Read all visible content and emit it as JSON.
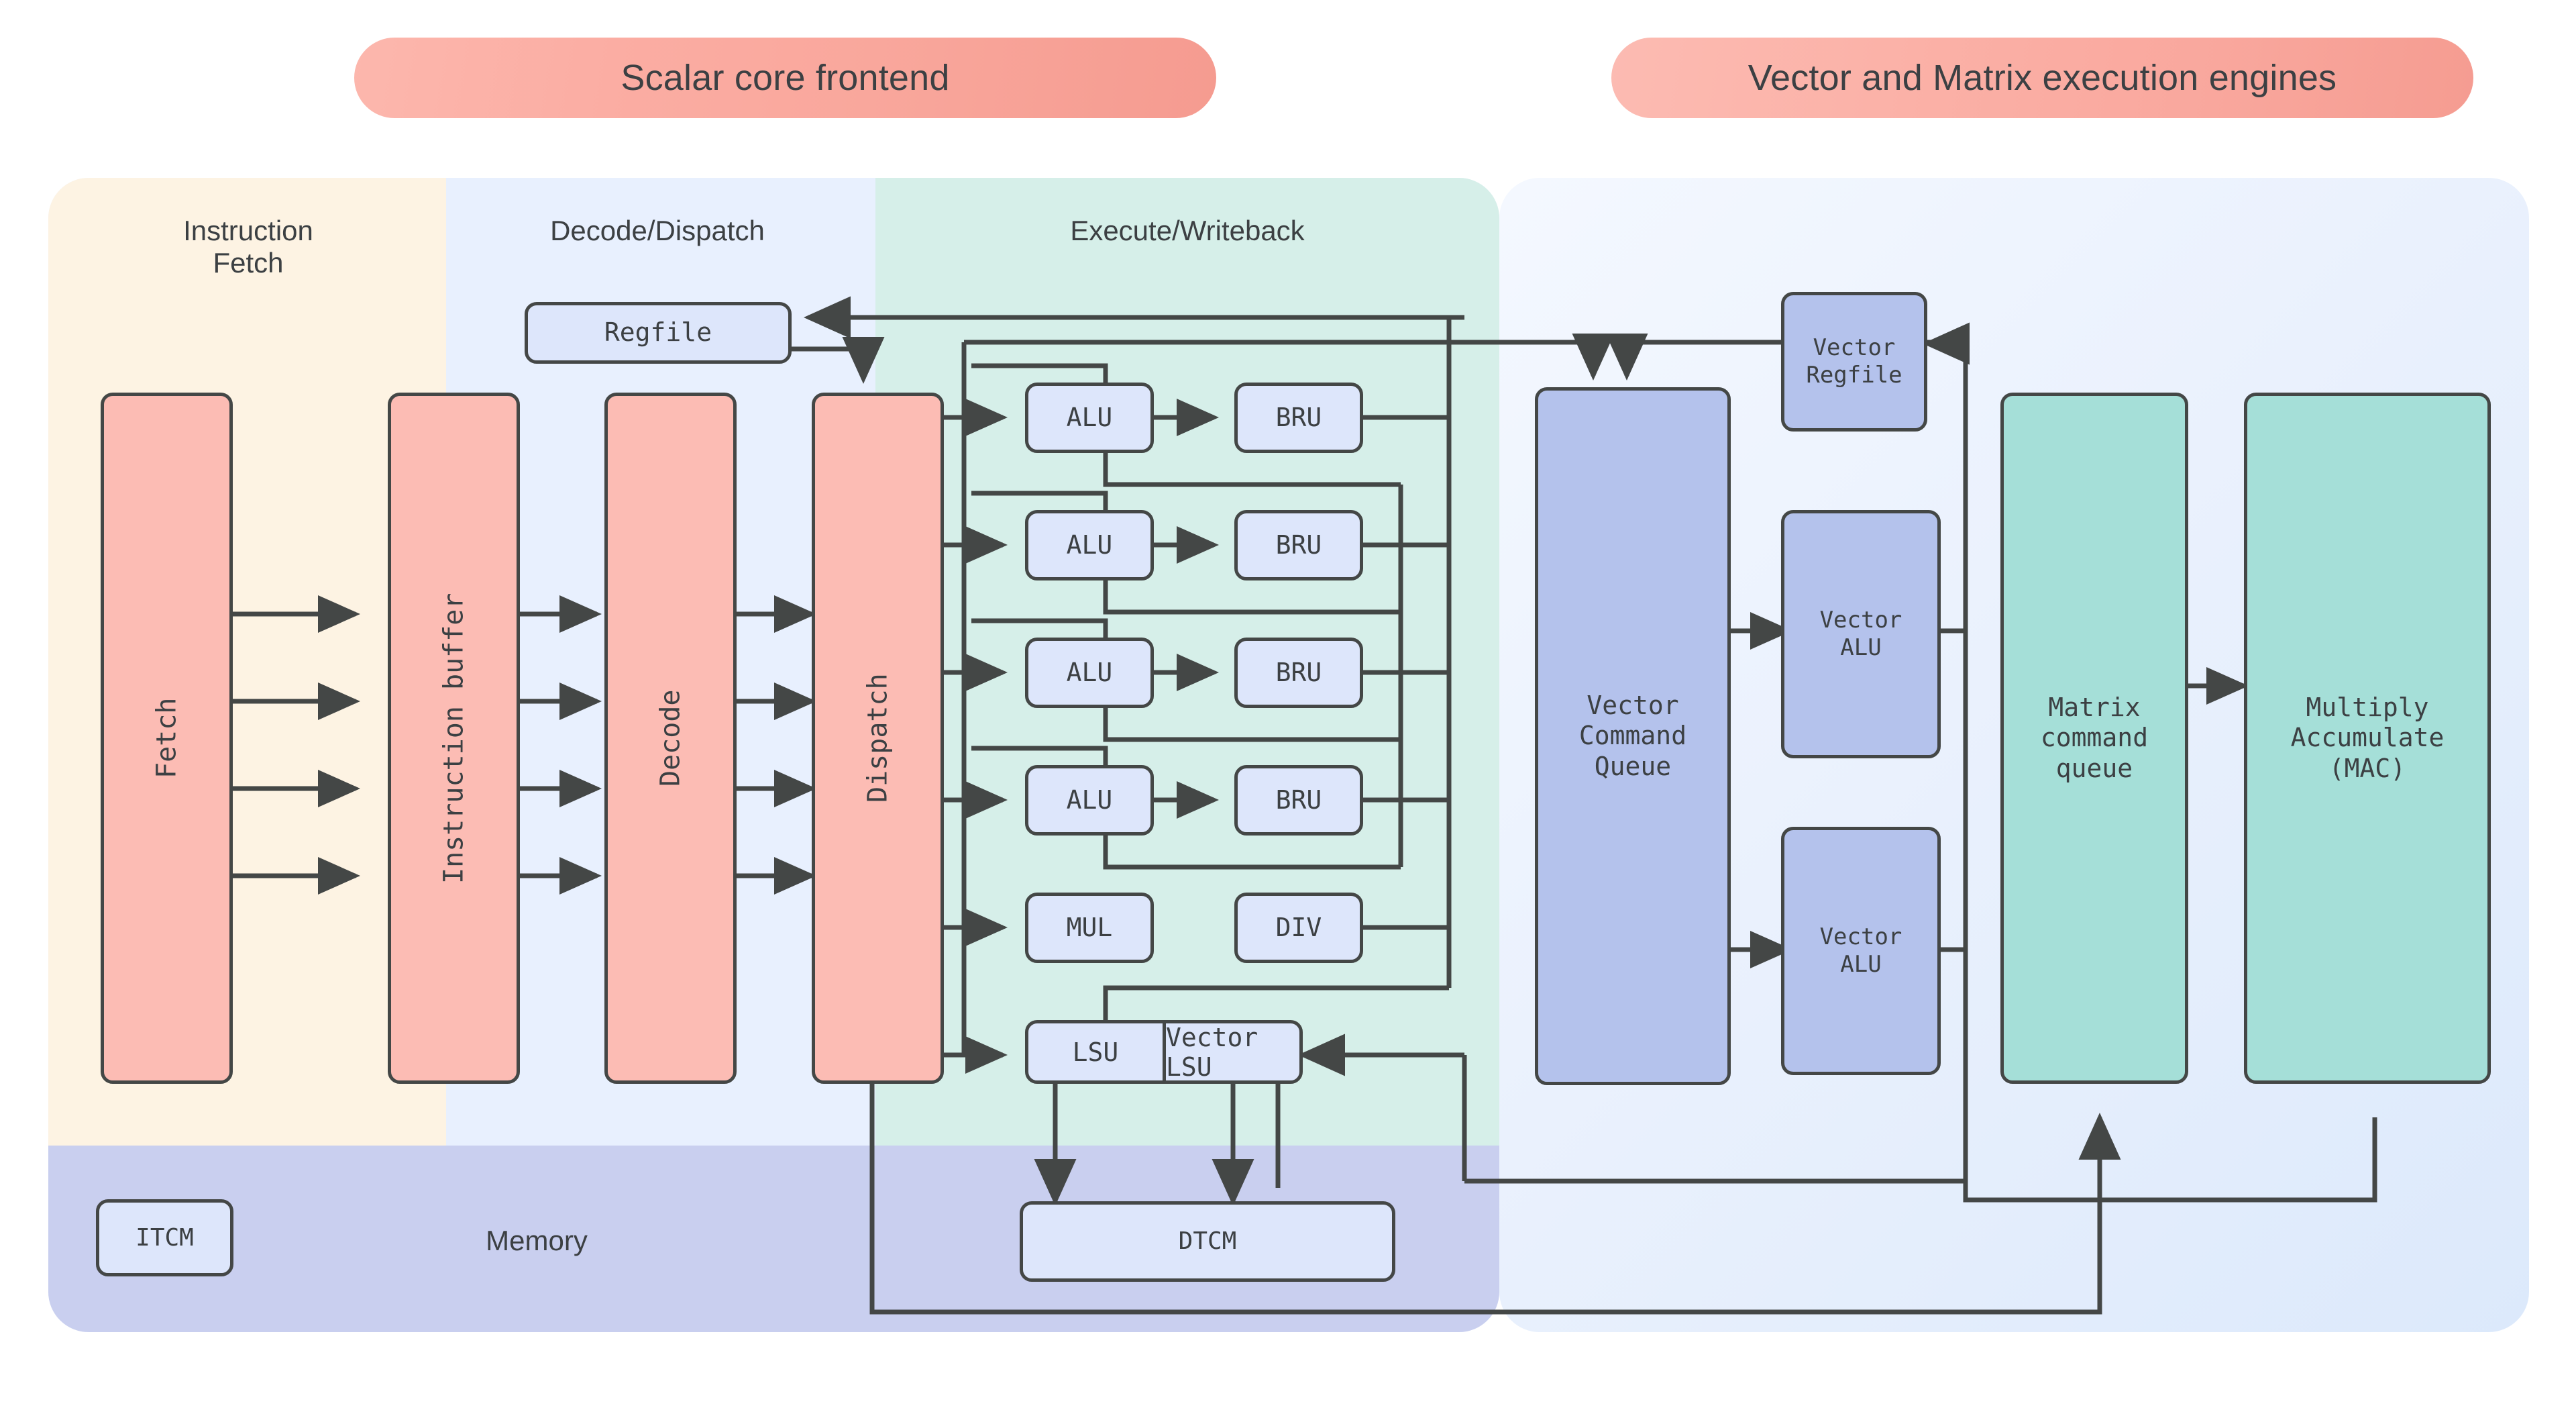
{
  "headers": {
    "scalar": "Scalar core frontend",
    "vector": "Vector and Matrix execution engines"
  },
  "regions": {
    "instruction_fetch": "Instruction\nFetch",
    "instruction_fetch_line1": "Instruction",
    "instruction_fetch_line2": "Fetch",
    "decode_dispatch": "Decode/Dispatch",
    "execute_writeback": "Execute/Writeback",
    "memory": "Memory"
  },
  "pipeline": {
    "fetch": "Fetch",
    "instruction_buffer": "Instruction buffer",
    "decode": "Decode",
    "dispatch": "Dispatch",
    "regfile": "Regfile"
  },
  "execute_units": {
    "rows": [
      {
        "alu": "ALU",
        "bru": "BRU"
      },
      {
        "alu": "ALU",
        "bru": "BRU"
      },
      {
        "alu": "ALU",
        "bru": "BRU"
      },
      {
        "alu": "ALU",
        "bru": "BRU"
      }
    ],
    "mul": "MUL",
    "div": "DIV",
    "lsu": "LSU",
    "vector_lsu": "Vector LSU"
  },
  "memory_blocks": {
    "itcm": "ITCM",
    "dtcm": "DTCM"
  },
  "vector_engine": {
    "command_queue": "Vector\nCommand\nQueue",
    "command_queue_lines": [
      "Vector",
      "Command",
      "Queue"
    ],
    "regfile": "Vector\nRegfile",
    "regfile_lines": [
      "Vector",
      "Regfile"
    ],
    "alu_top": "Vector\nALU",
    "alu_top_lines": [
      "Vector",
      "ALU"
    ],
    "alu_bottom": "Vector\nALU",
    "alu_bottom_lines": [
      "Vector",
      "ALU"
    ]
  },
  "matrix_engine": {
    "command_queue": "Matrix\ncommand\nqueue",
    "command_queue_lines": [
      "Matrix",
      "command",
      "queue"
    ],
    "mac": "Multiply\nAccumulate\n(MAC)",
    "mac_lines": [
      "Multiply",
      "Accumulate",
      "(MAC)"
    ]
  },
  "colors": {
    "pink_block": "#fcbcb4",
    "light_blue_block": "#dde6fb",
    "periwinkle_block": "#b4c2ec",
    "teal_block": "#a5dfd8",
    "stroke": "#444746",
    "region_fetch_bg": "#fdf3e3",
    "region_decode_bg": "#e8f0fe",
    "region_execute_bg": "#d6efe9",
    "region_memory_bg": "#c9cfef",
    "pill_bg": "#f9a79d",
    "text": "#3c4043"
  }
}
